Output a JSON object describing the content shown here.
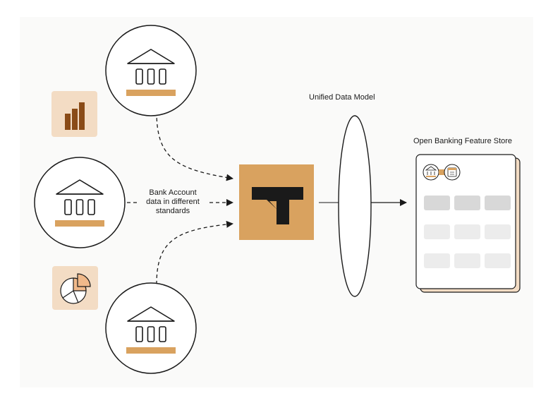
{
  "labels": {
    "bank_account_line1": "Bank Account",
    "bank_account_line2": "data in different",
    "bank_account_line3": "standards",
    "unified_data_model": "Unified Data Model",
    "feature_store": "Open Banking Feature Store"
  },
  "icons": {
    "bank": "bank-building-icon",
    "bar_chart": "bar-chart-icon",
    "pie_chart": "pie-chart-icon",
    "logo": "t-logo-icon",
    "calendar": "calendar-icon"
  },
  "colors": {
    "accent": "#d9a25f",
    "accent_dark": "#8a4b17",
    "accent_light": "#f3dcc4",
    "line": "#1a1a1a",
    "grid_dark": "#d8d8d8",
    "grid_light": "#ececec"
  }
}
